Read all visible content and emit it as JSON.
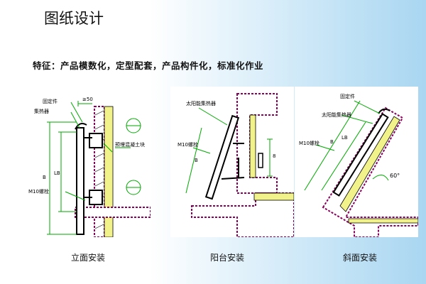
{
  "title": "图纸设计",
  "feature": "特征：产品模数化，定型配套，产品构件化，标准化作业",
  "panels": [
    {
      "caption": "立面安装",
      "labels": {
        "fixing": "固定件",
        "collector": "集热器",
        "bolt": "M10螺栓",
        "concrete": "预埋混凝土块",
        "dim_50": "≥50",
        "dim_b": "B",
        "dim_lb": "LB"
      }
    },
    {
      "caption": "阳台安装",
      "labels": {
        "collector": "太阳能集热器",
        "bolt": "M10螺栓",
        "dim_b": "B",
        "dim_8": "8"
      }
    },
    {
      "caption": "斜面安装",
      "labels": {
        "fixing": "固定件",
        "collector": "太阳能集热器",
        "bolt": "M10螺栓",
        "dim_b": "B",
        "dim_lb": "LB",
        "angle": "60°"
      }
    }
  ],
  "colors": {
    "line": "#00aa00",
    "wall": "#8b005d",
    "fill": "#f2f28a",
    "structure": "#000000"
  }
}
